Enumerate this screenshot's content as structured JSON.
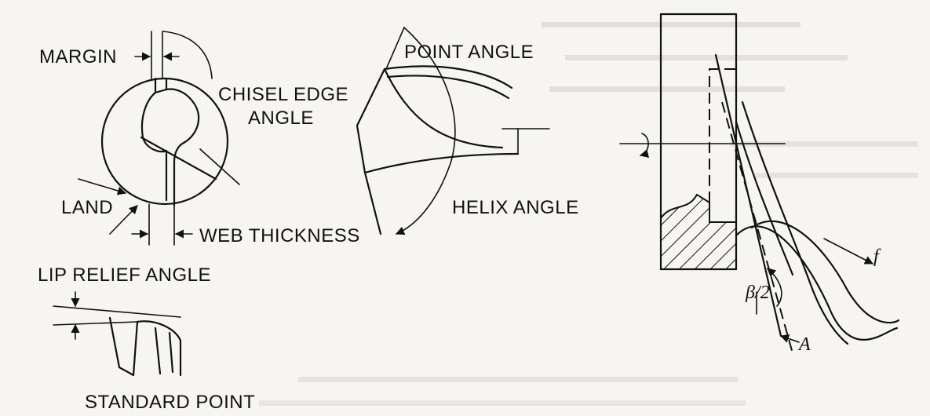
{
  "labels": {
    "margin": "MARGIN",
    "chisel_edge_angle_1": "CHISEL EDGE",
    "chisel_edge_angle_2": "ANGLE",
    "point_angle": "POINT ANGLE",
    "land": "LAND",
    "web_thickness": "WEB THICKNESS",
    "helix_angle": "HELIX ANGLE",
    "lip_relief_angle": "LIP RELIEF ANGLE",
    "standard_point": "STANDARD POINT",
    "feed": "f",
    "beta_half": "β/2",
    "a_label": "A"
  },
  "colors": {
    "ink": "#111111",
    "paper": "#f7f5f1",
    "bleed_through": "#c9c6c1"
  }
}
